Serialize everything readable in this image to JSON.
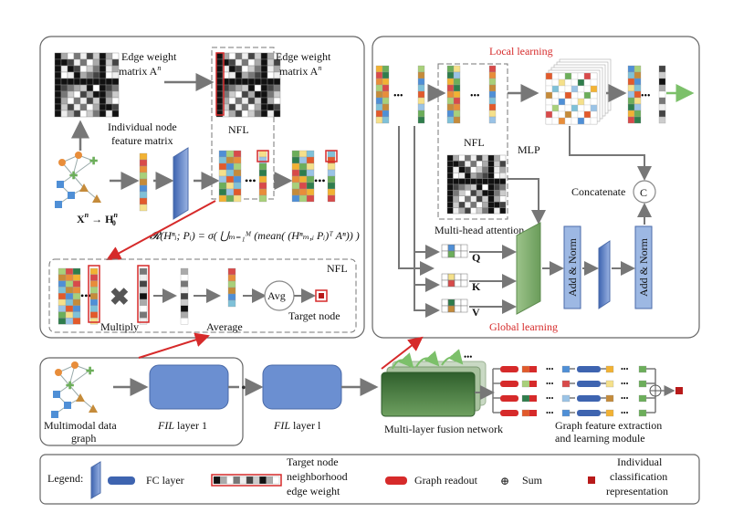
{
  "left_panel": {
    "edge_weight_label_1": "Edge weight",
    "edge_weight_label_2": "matrix A",
    "edge_weight_sup": "n",
    "node_feature_label_1": "Individual node",
    "node_feature_label_2": "feature matrix",
    "nfl_label": "NFL",
    "mapping_label": "X",
    "mapping_sup": "n",
    "mapping_arrow": "→",
    "mapping_target": "H",
    "mapping_target_sup": "n",
    "mapping_target_sub": "0",
    "formula": "𝓡(Hⁿᵢ; Pᵢ) = σ( ⋃ₘ₌₁ᴹ (mean( (Hⁿₘ,ᵢ Pᵢ)ᵀ Aⁿ)) )",
    "bottom_nfl_label": "NFL",
    "multiply_label": "Multiply",
    "average_label": "Average",
    "avg_label": "Avg",
    "target_node_label": "Target node"
  },
  "right_panel": {
    "local_learning": "Local  learning",
    "global_learning": "Global learning",
    "nfl_label": "NFL",
    "mlp_label": "MLP",
    "concatenate_label": "Concatenate",
    "concat_symbol": "C",
    "multi_head_label": "Multi-head attention",
    "q_label": "Q",
    "k_label": "K",
    "v_label": "V",
    "add_norm_1": "Add & Norm",
    "add_norm_2": "Add & Norm"
  },
  "bottom_row": {
    "graph_label_1": "Multimodal data",
    "graph_label_2": "graph",
    "layer1_prefix": "FIL",
    "layer1_suffix": " layer  1",
    "layerl_prefix": "FIL",
    "layerl_suffix": " layer  l",
    "fusion_label": "Multi-layer fusion network",
    "module_label_1": "Graph feature extraction",
    "module_label_2": "and learning module"
  },
  "legend": {
    "title": "Legend:",
    "fc_layer": "FC layer",
    "edge_weight_1": "Target node",
    "edge_weight_2": "neighborhood",
    "edge_weight_3": "edge weight",
    "graph_readout": "Graph readout",
    "sum_symbol": "⊕",
    "sum": "Sum",
    "indiv_1": "Individual",
    "indiv_2": "classification",
    "indiv_3": "representation"
  },
  "colors": {
    "accent_red": "#d62a2a",
    "fc_blue": "#5b7fc4",
    "green_block": "#7aa86a",
    "addnorm_blue": "#9db8e3",
    "dark_green": "#3c6e3a",
    "panel_border": "#666666"
  }
}
